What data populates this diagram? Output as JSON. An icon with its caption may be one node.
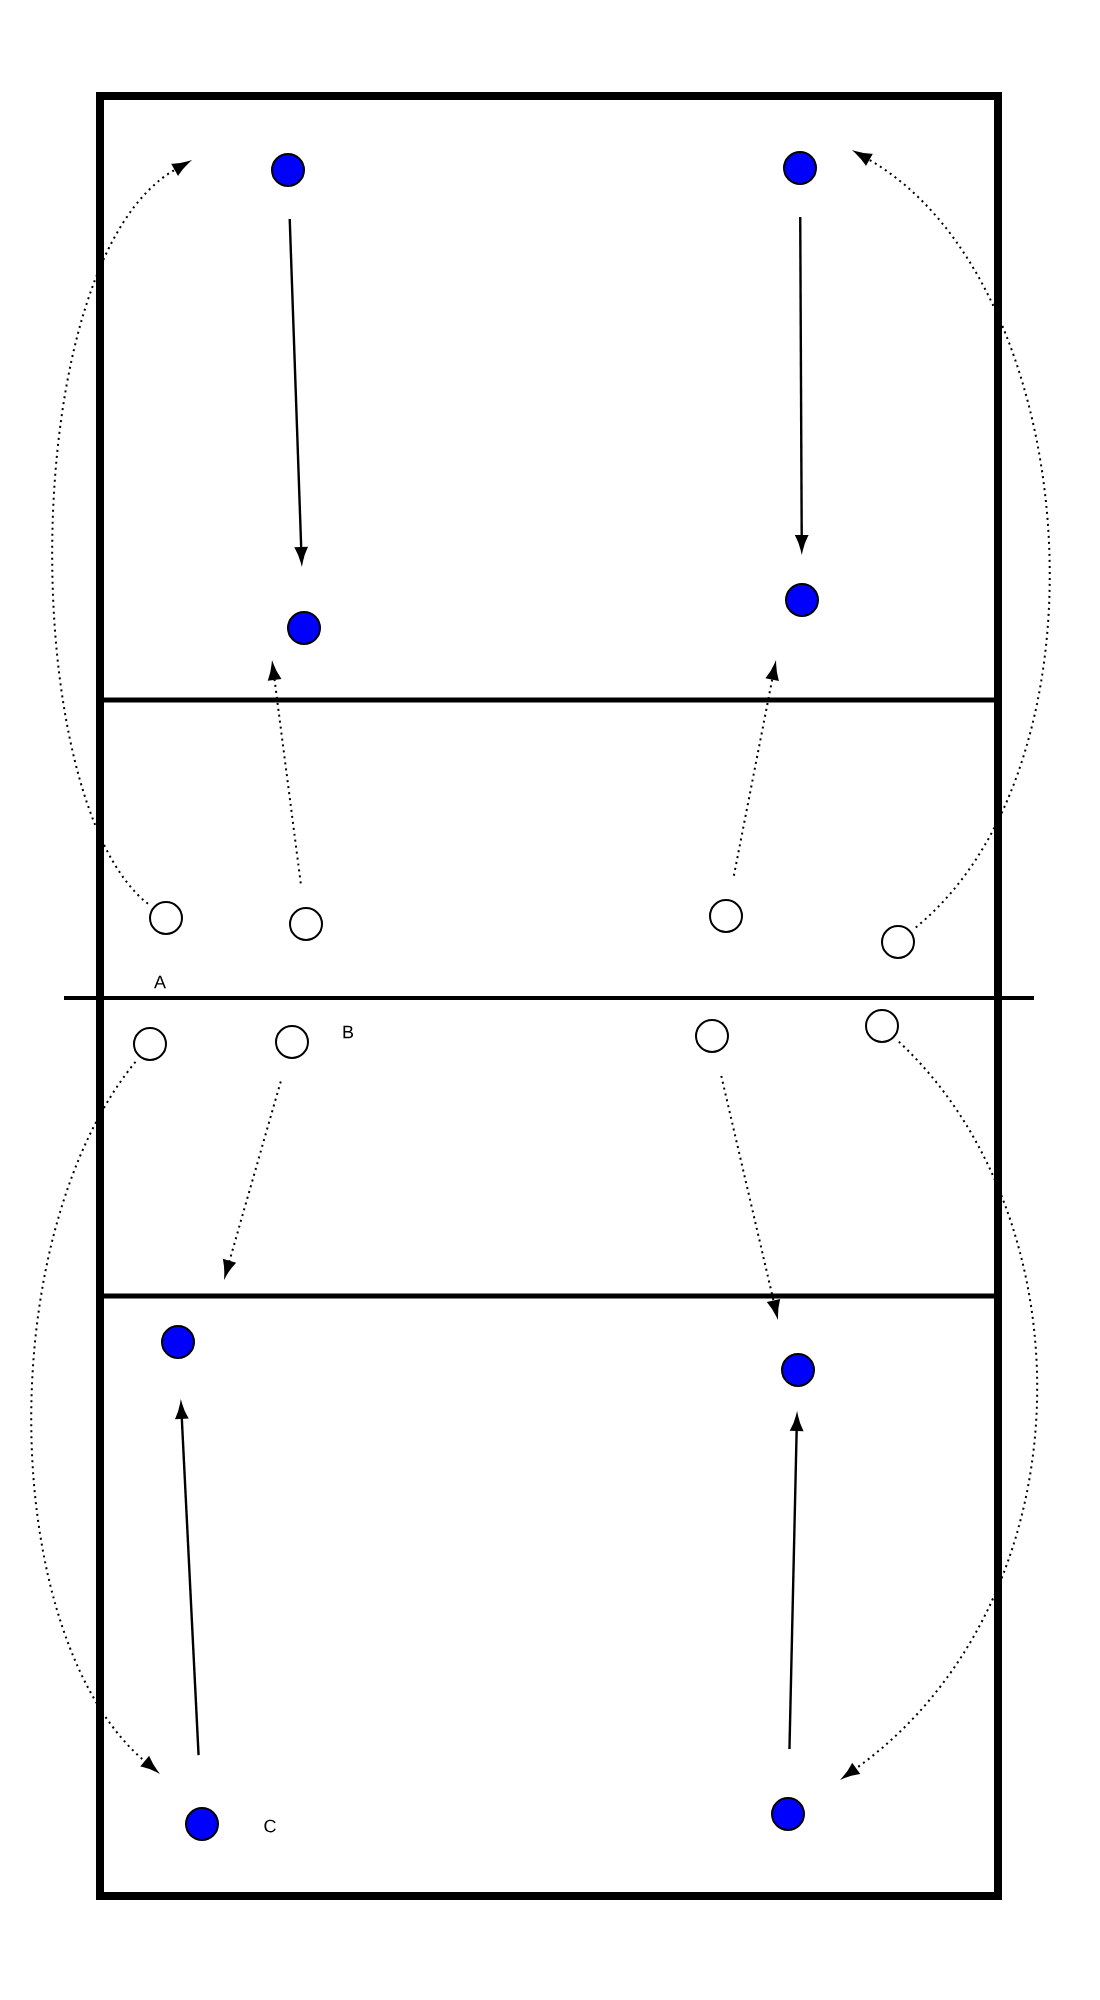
{
  "diagram": {
    "nodes": [
      {
        "text": [],
        "shape": "circle"
      },
      {
        "text": [],
        "shape": "circle"
      },
      {
        "text": [],
        "shape": "circle"
      },
      {
        "text": [],
        "shape": "circle"
      },
      {
        "text": [],
        "shape": "circle"
      },
      {
        "text": [],
        "shape": "circle"
      },
      {
        "text": [],
        "shape": "circle"
      },
      {
        "text": [],
        "shape": "circle"
      },
      {
        "text": [],
        "shape": "circle"
      },
      {
        "text": [],
        "shape": "circle"
      },
      {
        "text": [],
        "shape": "circle"
      },
      {
        "text": [],
        "shape": "circle"
      },
      {
        "text": [],
        "shape": "circle"
      },
      {
        "text": [],
        "shape": "circle"
      },
      {
        "text": [],
        "shape": "circle"
      },
      {
        "text": [],
        "shape": "circle"
      }
    ],
    "edges": [
      {
        "from": 0,
        "to": 2,
        "arrow": "to"
      },
      {
        "from": 1,
        "to": 3,
        "arrow": "to"
      },
      {
        "from": 4,
        "to": null,
        "arrow": "to",
        "style": "dashed"
      },
      {
        "from": 5,
        "to": null,
        "arrow": "to",
        "style": "dashed"
      },
      {
        "from": 6,
        "to": null,
        "arrow": "to",
        "style": "dashed"
      },
      {
        "from": 7,
        "to": null,
        "arrow": "to",
        "style": "dashed"
      },
      {
        "from": 8,
        "to": null,
        "arrow": "to",
        "style": "dashed"
      },
      {
        "from": 9,
        "to": null,
        "arrow": "to",
        "style": "dashed"
      },
      {
        "from": 10,
        "to": null,
        "arrow": "to",
        "style": "dashed"
      },
      {
        "from": 11,
        "to": null,
        "arrow": "to",
        "style": "dashed"
      },
      {
        "from": 14,
        "to": 12,
        "arrow": "to"
      },
      {
        "from": 15,
        "to": 13,
        "arrow": "to"
      }
    ],
    "labels": [
      "A",
      "B",
      "C"
    ]
  }
}
